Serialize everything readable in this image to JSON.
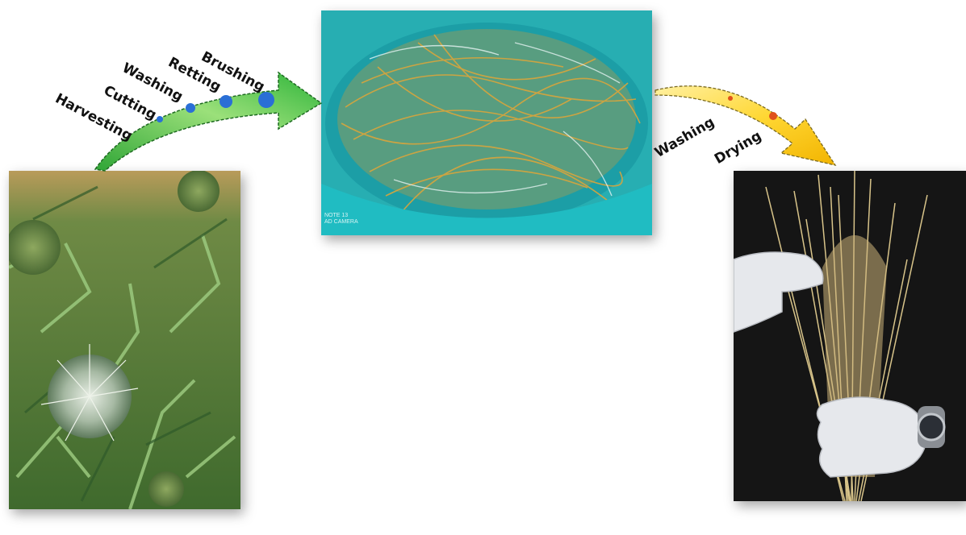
{
  "photos": {
    "plant": {
      "icon": "thistle-plant-photo"
    },
    "bowl": {
      "icon": "fibers-in-water-bowl-photo",
      "watermark": [
        "NOTE 13",
        "AD CAMERA"
      ]
    },
    "hands": {
      "icon": "gloved-hands-holding-fibers-photo"
    }
  },
  "process_steps_1": [
    "Harvesting",
    "Cutting",
    "Washing",
    "Retting",
    "Brushing"
  ],
  "process_steps_2": [
    "Washing",
    "Drying"
  ],
  "colors": {
    "green_arrow": "#3db83a",
    "green_arrow_light": "#9be07a",
    "blue_dots": "#2a6fd6",
    "yellow_arrow": "#f5c200",
    "yellow_arrow_light": "#fff0a0",
    "orange_dots": "#e0521a"
  }
}
